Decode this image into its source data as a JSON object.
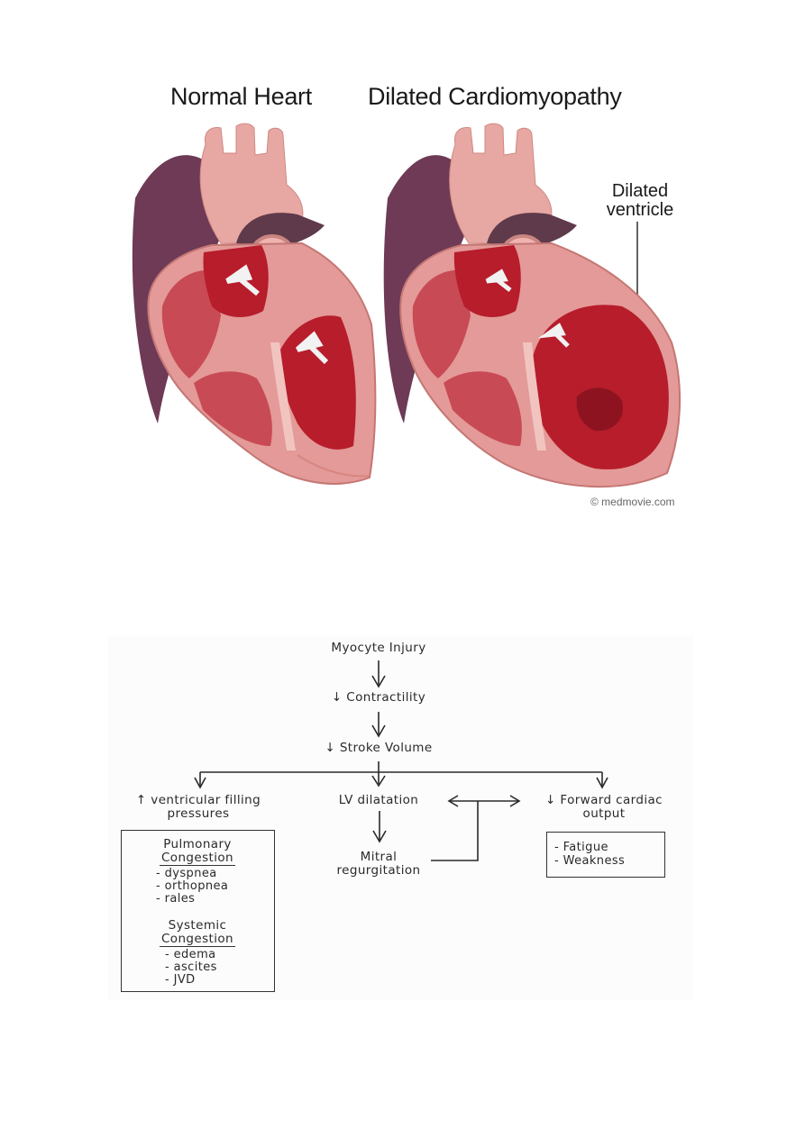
{
  "illustration": {
    "left_title": "Normal Heart",
    "right_title": "Dilated Cardiomyopathy",
    "callout": "Dilated\nventricle",
    "credit": "© medmovie.com",
    "colors": {
      "muscle": "#e39a98",
      "chamber": "#b71d2b",
      "chamber_dark": "#8e1320",
      "vessel_purple": "#6e3a55",
      "aorta": "#e7a7a3",
      "septum": "#f2c4bf"
    }
  },
  "flowchart": {
    "top": "Myocyte Injury",
    "step2": "↓ Contractility",
    "step3": "↓ Stroke Volume",
    "left_heading": [
      "↑ ventricular filling",
      "pressures"
    ],
    "center_heading": "LV dilatation",
    "right_heading": [
      "↓ Forward cardiac",
      "output"
    ],
    "mitral": [
      "Mitral",
      "regurgitation"
    ],
    "pulmonary": {
      "title": [
        "Pulmonary",
        "Congestion"
      ],
      "items": [
        "- dyspnea",
        "- orthopnea",
        "- rales"
      ]
    },
    "systemic": {
      "title": [
        "Systemic",
        "Congestion"
      ],
      "items": [
        "- edema",
        "- ascites",
        "- JVD"
      ]
    },
    "right_box": [
      "- Fatigue",
      "- Weakness"
    ]
  }
}
